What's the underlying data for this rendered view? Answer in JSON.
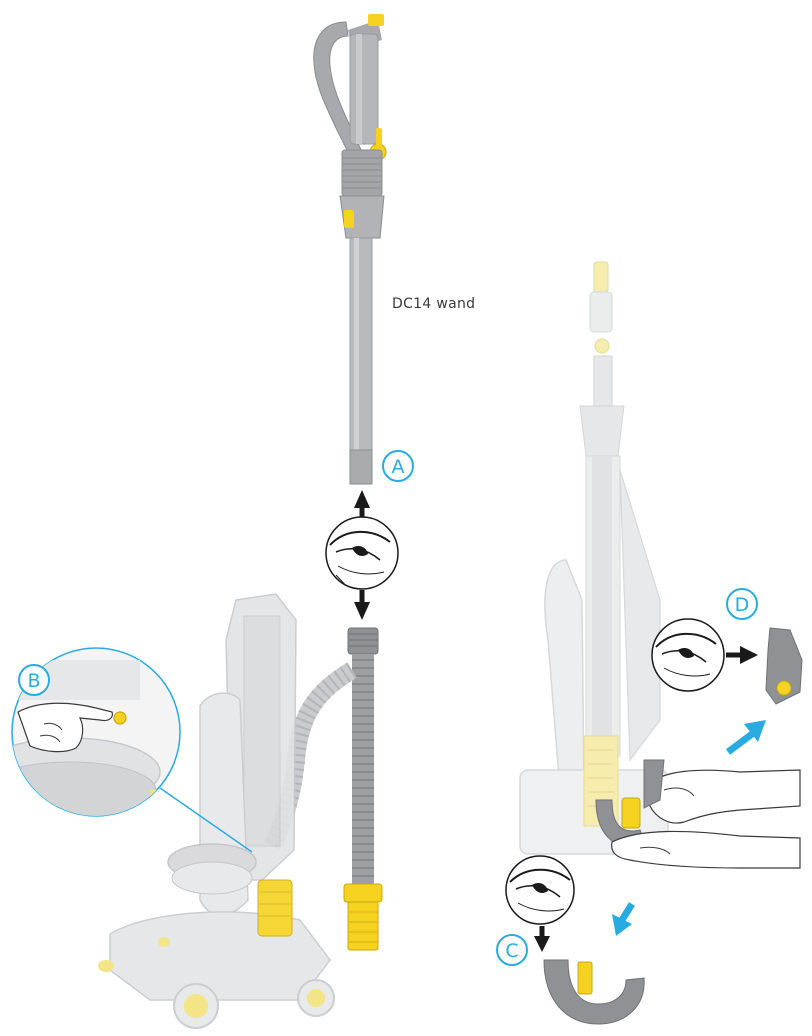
{
  "caption": "DC14 wand",
  "callouts": {
    "a": "A",
    "b": "B",
    "c": "C",
    "d": "D"
  },
  "colors": {
    "callout_blue": "#29abe2",
    "dyson_yellow": "#f4d21f",
    "wand_grey": "#9d9fa2",
    "ghost_grey": "#dcdcdc",
    "arrow_black": "#1a1a1a",
    "motion_blue": "#29abe2"
  },
  "icons": [
    "eye-inspect-icon",
    "double-arrow-icon",
    "push-arrow-icon",
    "motion-arrow-icon"
  ]
}
